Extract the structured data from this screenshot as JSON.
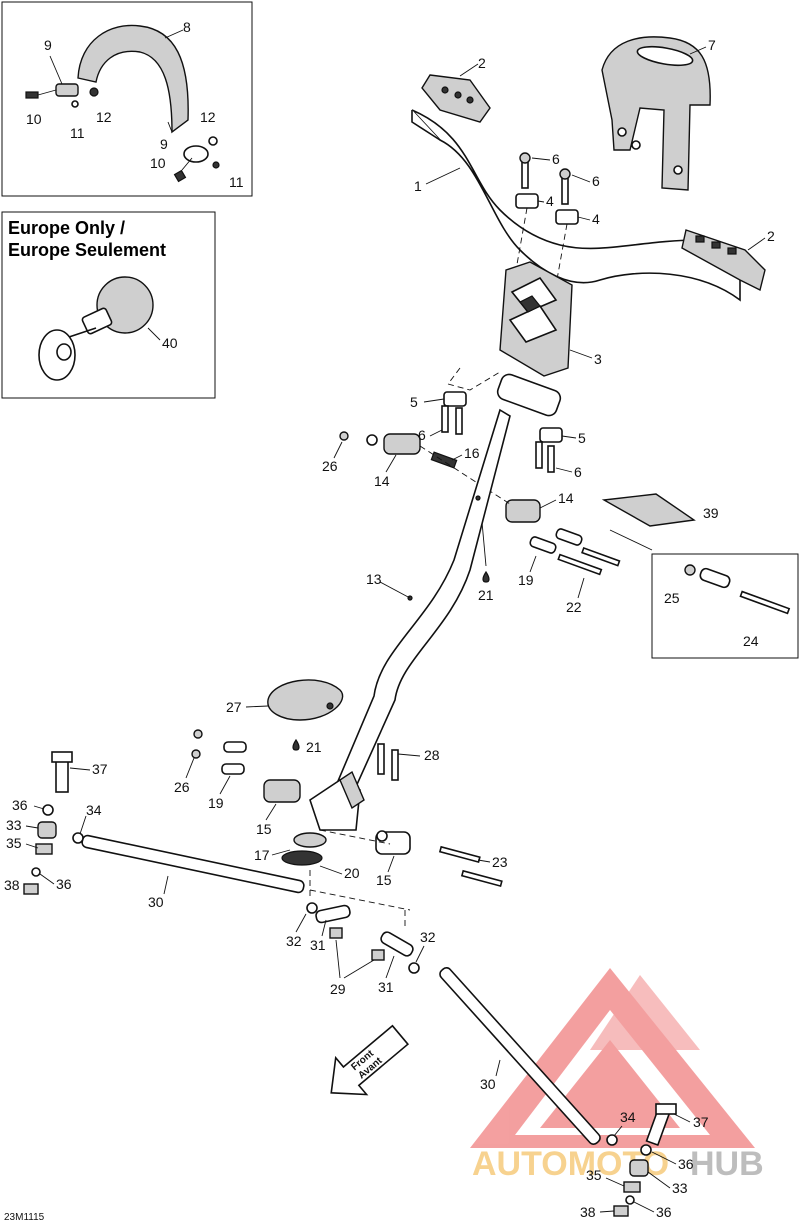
{
  "inset_europe": {
    "line1": "Europe Only /",
    "line2": "Europe Seulement"
  },
  "callouts": {
    "c1": "1",
    "c2a": "2",
    "c2b": "2",
    "c3": "3",
    "c4a": "4",
    "c4b": "4",
    "c5a": "5",
    "c5b": "5",
    "c6a": "6",
    "c6b": "6",
    "c6c": "6",
    "c6d": "6",
    "c7": "7",
    "c8": "8",
    "c9a": "9",
    "c9b": "9",
    "c10a": "10",
    "c10b": "10",
    "c11a": "11",
    "c11b": "11",
    "c12a": "12",
    "c12b": "12",
    "c13": "13",
    "c14a": "14",
    "c14b": "14",
    "c15a": "15",
    "c15b": "15",
    "c16": "16",
    "c17": "17",
    "c19a": "19",
    "c19b": "19",
    "c20": "20",
    "c21a": "21",
    "c21b": "21",
    "c22": "22",
    "c23": "23",
    "c24": "24",
    "c25": "25",
    "c26a": "26",
    "c26b": "26",
    "c27": "27",
    "c28": "28",
    "c29": "29",
    "c30a": "30",
    "c30b": "30",
    "c31a": "31",
    "c31b": "31",
    "c32a": "32",
    "c32b": "32",
    "c33a": "33",
    "c33b": "33",
    "c34a": "34",
    "c34b": "34",
    "c35a": "35",
    "c35b": "35",
    "c36a": "36",
    "c36b": "36",
    "c36c": "36",
    "c36d": "36",
    "c37a": "37",
    "c37b": "37",
    "c38a": "38",
    "c38b": "38",
    "c39": "39",
    "c40": "40"
  },
  "front_arrow": {
    "line1": "Front",
    "line2": "Avant"
  },
  "figure_code": "23M1115",
  "watermark": {
    "part1": "AUTOMOTO",
    "part2": "HUB",
    "color_accent": "#f08080",
    "color_light": "#f5c36a",
    "color_dark": "#b0b0b0"
  }
}
